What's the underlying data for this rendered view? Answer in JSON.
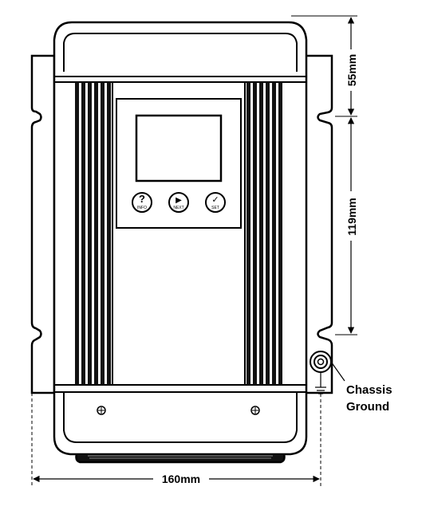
{
  "dimensions": {
    "top_height": "55mm",
    "mount_height": "119mm",
    "width": "160mm"
  },
  "ground_label_line1": "Chassis",
  "ground_label_line2": "Ground",
  "buttons": [
    {
      "glyph": "?",
      "label": "INFO"
    },
    {
      "glyph": "▶",
      "label": "NEXT"
    },
    {
      "glyph": "✓",
      "label": "SET"
    }
  ]
}
